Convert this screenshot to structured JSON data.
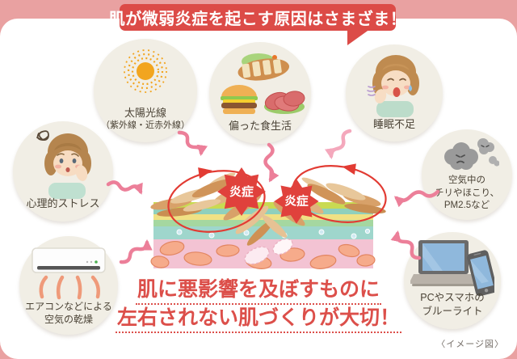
{
  "title": {
    "text": "肌が微弱炎症を起こす原因はさまざま！",
    "bg_color": "#dc4b47",
    "text_color": "#ffffff"
  },
  "causes": {
    "sun": {
      "icon": "sun-icon",
      "lines": [
        "太陽光線",
        "（紫外線・近赤外線）"
      ]
    },
    "food": {
      "icon": "unbalanced-food-icon",
      "lines": [
        "偏った食生活"
      ]
    },
    "sleep": {
      "icon": "yawning-woman-icon",
      "lines": [
        "睡眠不足"
      ]
    },
    "stress": {
      "icon": "worried-woman-icon",
      "lines": [
        "心理的ストレス"
      ]
    },
    "dust": {
      "icon": "dust-cloud-icon",
      "lines": [
        "空気中の",
        "チリやほこり、",
        "PM2.5など"
      ]
    },
    "ac": {
      "icon": "air-conditioner-icon",
      "lines": [
        "エアコンなどによる",
        "空気の乾燥"
      ]
    },
    "pc": {
      "icon": "laptop-smartphone-icon",
      "lines": [
        "PCやスマホの",
        "ブルーライト"
      ]
    }
  },
  "center": {
    "inflammation_left": "炎症",
    "inflammation_right": "炎症"
  },
  "message": {
    "line1": "肌に悪影響を及ぼすものに",
    "line2": "左右されない肌づくりが大切！"
  },
  "caption": "〈イメージ図〉",
  "colors": {
    "page_background": "#e9a1a1",
    "card_background": "#ffffff",
    "title_red": "#dc4b47",
    "circle_background": "#f1eee5",
    "label_text": "#4b4336",
    "arrow_pink": "#ec7f99",
    "arrow_pink_light": "#f4a8bc",
    "cycle_red": "#e23b33",
    "inflammation_star_red": "#e0413c",
    "message_red": "#dc4f4a",
    "caption_gray": "#77706a"
  }
}
